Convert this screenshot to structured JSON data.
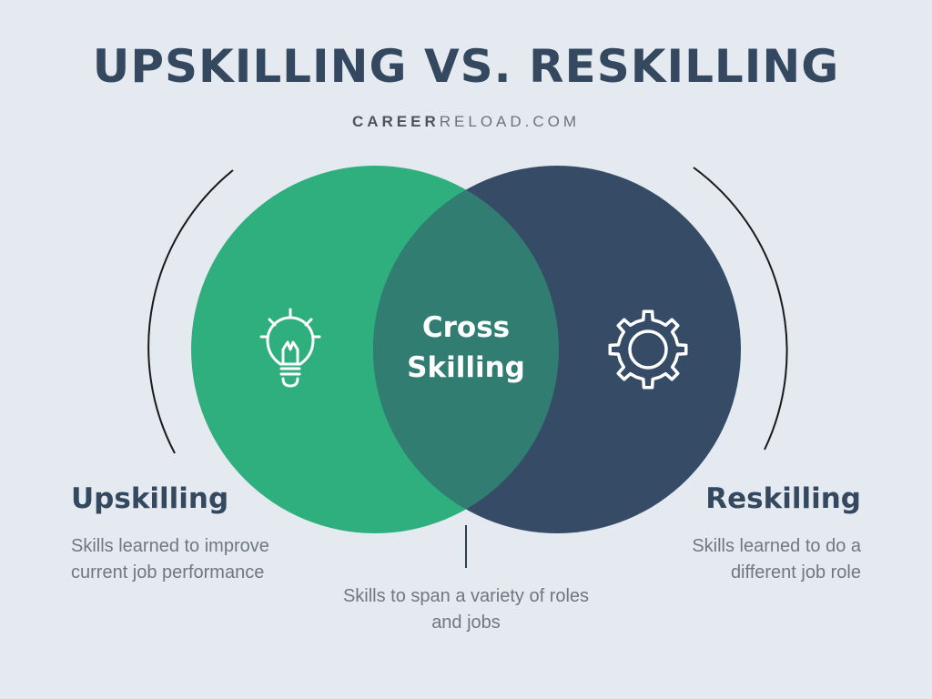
{
  "header": {
    "title": "UPSKILLING VS. RESKILLING",
    "brand_bold": "CAREER",
    "brand_light": "RELOAD.COM"
  },
  "upskilling": {
    "title": "Upskilling",
    "description": "Skills learned to improve current job performance",
    "icon": "lightbulb-icon",
    "color": "#2fae7e"
  },
  "reskilling": {
    "title": "Reskilling",
    "description": "Skills learned to do a different job role",
    "icon": "gear-icon",
    "color": "#354b66"
  },
  "cross": {
    "line1": "Cross",
    "line2": "Skilling",
    "description": "Skills to span a variety of roles and jobs",
    "color": "#317d72"
  },
  "colors": {
    "background": "#e5eaf1",
    "heading": "#34495f",
    "body_text": "#6f7780"
  }
}
